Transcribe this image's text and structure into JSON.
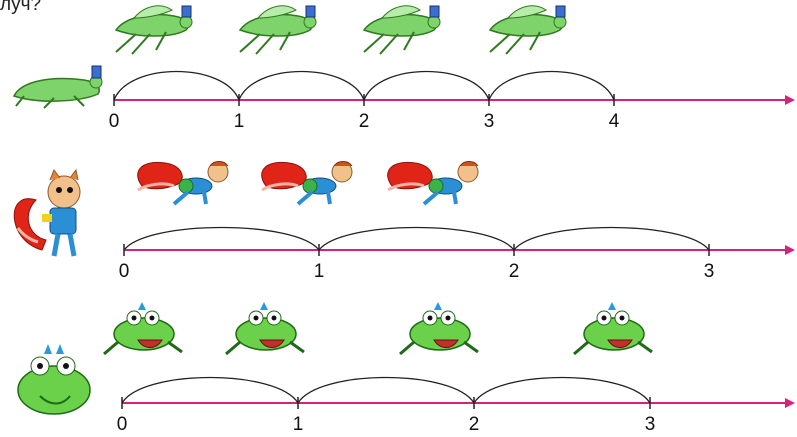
{
  "question_fragment": "луч?",
  "colors": {
    "ray": "#d4237a",
    "arc": "#222222"
  },
  "rows": [
    {
      "animal": "grasshopper",
      "mark_labels": [
        "0",
        "1",
        "2",
        "3",
        "4"
      ],
      "jump_count": 4,
      "jump_length": 1
    },
    {
      "animal": "squirrel",
      "mark_labels": [
        "0",
        "1",
        "2",
        "3"
      ],
      "jump_count": 3,
      "jump_length": 1
    },
    {
      "animal": "frog",
      "mark_labels": [
        "0",
        "1",
        "2",
        "3"
      ],
      "jump_count": 3,
      "jump_length": 1
    }
  ]
}
